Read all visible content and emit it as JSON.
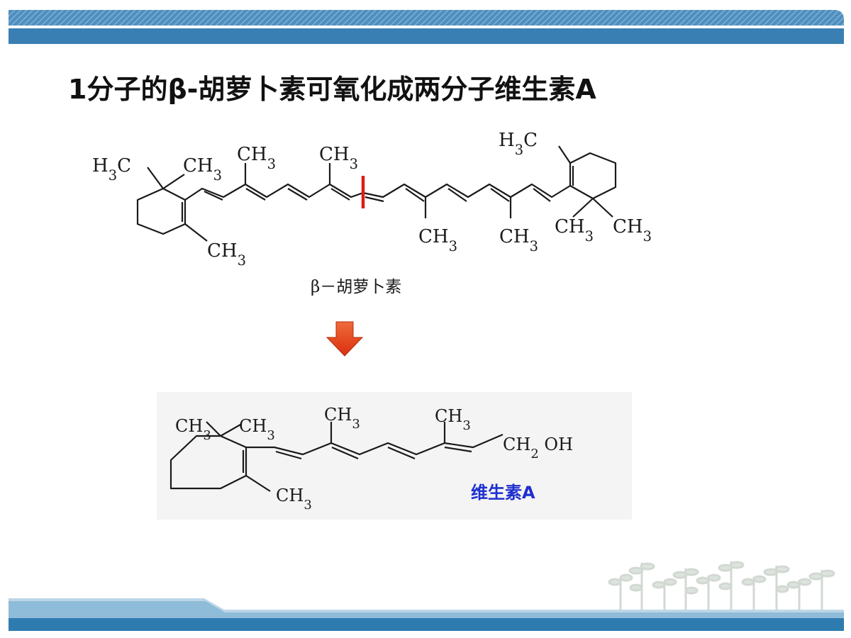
{
  "slide": {
    "title": "1分子的β-胡萝卜素可氧化成两分子维生素A",
    "accent_color": "#2e7bb0",
    "cut_mark_color": "#e01a1a",
    "arrow_color": "#e8401a",
    "vitamin_label_color": "#1f2fd0"
  },
  "carotene": {
    "name_label": "β－胡萝卜素",
    "labels": {
      "h3c_left": "H3C",
      "ch3_ring_left_top": "CH3",
      "ch3_chain_1": "CH3",
      "ch3_chain_2": "CH3",
      "h3c_right": "H3C",
      "ch3_ring_left_bottom": "CH3",
      "ch3_chain_3": "CH3",
      "ch3_chain_4": "CH3",
      "ch3_ring_right_1": "CH3",
      "ch3_ring_right_2": "CH3"
    }
  },
  "vitamin_a": {
    "name_label": "维生素A",
    "labels": {
      "ch3_ring_1": "CH3",
      "ch3_ring_2": "CH3",
      "ch3_chain_1": "CH3",
      "ch3_chain_2": "CH3",
      "ch2oh": "CH2 OH",
      "ch3_ring_bottom": "CH3"
    }
  },
  "icons": {
    "arrow": "down-arrow-icon",
    "decor": "sprout-plants-decoration"
  }
}
